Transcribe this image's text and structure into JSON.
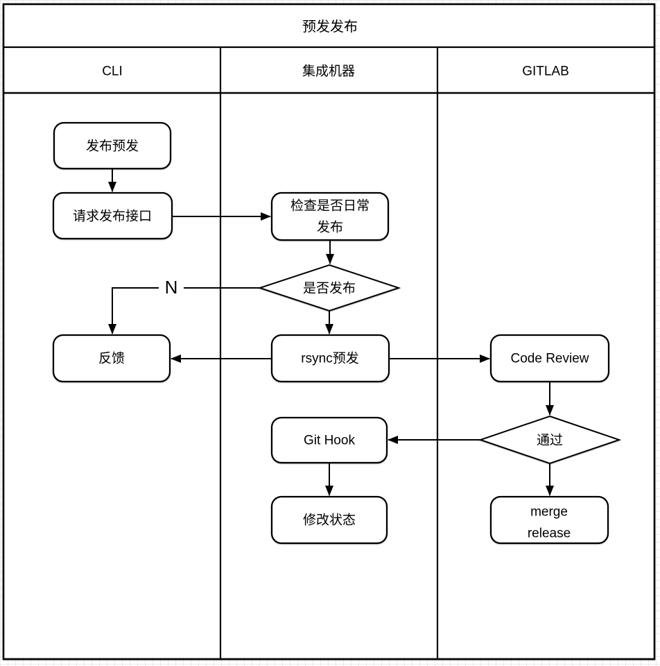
{
  "diagram": {
    "title": "预发发布",
    "lanes": [
      {
        "label": "CLI"
      },
      {
        "label": "集成机器"
      },
      {
        "label": "GITLAB"
      }
    ],
    "nodes": {
      "publish_pre": {
        "type": "process",
        "label": "发布预发"
      },
      "request_api": {
        "type": "process",
        "label": "请求发布接口"
      },
      "feedback": {
        "type": "process",
        "label": "反馈"
      },
      "check_daily": {
        "type": "process",
        "line1": "检查是否日常",
        "line2": "发布"
      },
      "is_publish": {
        "type": "decision",
        "label": "是否发布"
      },
      "rsync_pre": {
        "type": "process",
        "label": "rsync预发"
      },
      "git_hook": {
        "type": "process",
        "label": "Git Hook"
      },
      "modify_status": {
        "type": "process",
        "label": "修改状态"
      },
      "code_review": {
        "type": "process",
        "label": "Code Review"
      },
      "pass": {
        "type": "decision",
        "label": "通过"
      },
      "merge_release": {
        "type": "process",
        "line1": "merge",
        "line2": "release"
      }
    },
    "edge_labels": {
      "no_branch": "N"
    },
    "colors": {
      "stroke": "#000000",
      "fill": "#ffffff",
      "canvas_grid": "#ebebeb"
    }
  }
}
